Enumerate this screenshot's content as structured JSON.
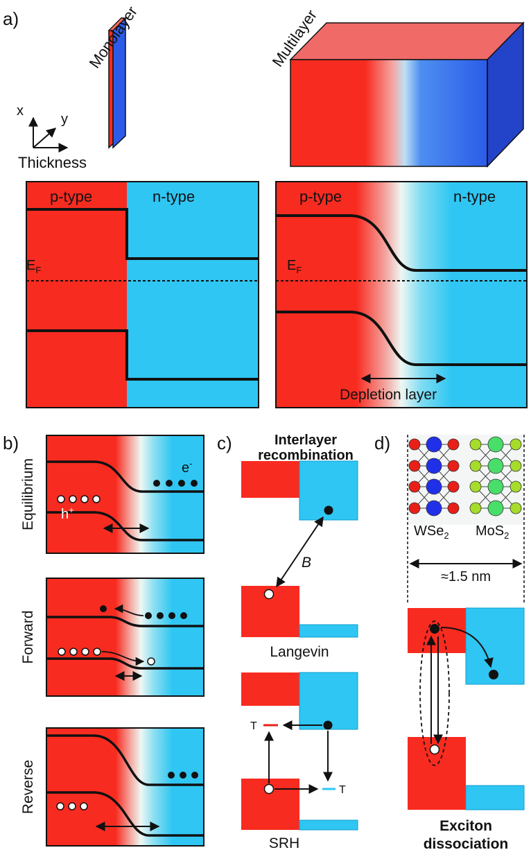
{
  "panel_a": {
    "label": "a)",
    "monolayer_label": "Monolayer",
    "multilayer_label": "Multilayer",
    "axis_x": "x",
    "axis_y": "y",
    "axis_thickness": "Thickness",
    "left_band": {
      "p_label": "p-type",
      "n_label": "n-type",
      "fermi_main": "E",
      "fermi_sub": "F"
    },
    "right_band": {
      "p_label": "p-type",
      "n_label": "n-type",
      "fermi_main": "E",
      "fermi_sub": "F",
      "depletion_label": "Depletion layer"
    }
  },
  "panel_b": {
    "label": "b)",
    "equilibrium": {
      "label": "Equilibrium",
      "electron_main": "e",
      "electron_sup": "-",
      "hole_main": "h",
      "hole_sup": "+"
    },
    "forward": {
      "label": "Forward"
    },
    "reverse": {
      "label": "Reverse"
    }
  },
  "panel_c": {
    "label": "c)",
    "title_line1": "Interlayer",
    "title_line2": "recombination",
    "coefficient": "B",
    "langevin_label": "Langevin",
    "trap_left": "T",
    "trap_right": "T",
    "srh_label": "SRH"
  },
  "panel_d": {
    "label": "d)",
    "wse2_main": "WSe",
    "wse2_sub": "2",
    "mos2_main": "MoS",
    "mos2_sub": "2",
    "spacing": "≈1.5 nm",
    "title_line1": "Exciton",
    "title_line2": "dissociation"
  },
  "colors": {
    "p_red": "#f82b20",
    "n_blue": "#2fc6f3",
    "mono_blue": "#2b5be8",
    "w_atom": "#2030e8",
    "se_atom": "#e82018",
    "mo_atom": "#49dd6a",
    "s_atom": "#a6dc2a"
  }
}
